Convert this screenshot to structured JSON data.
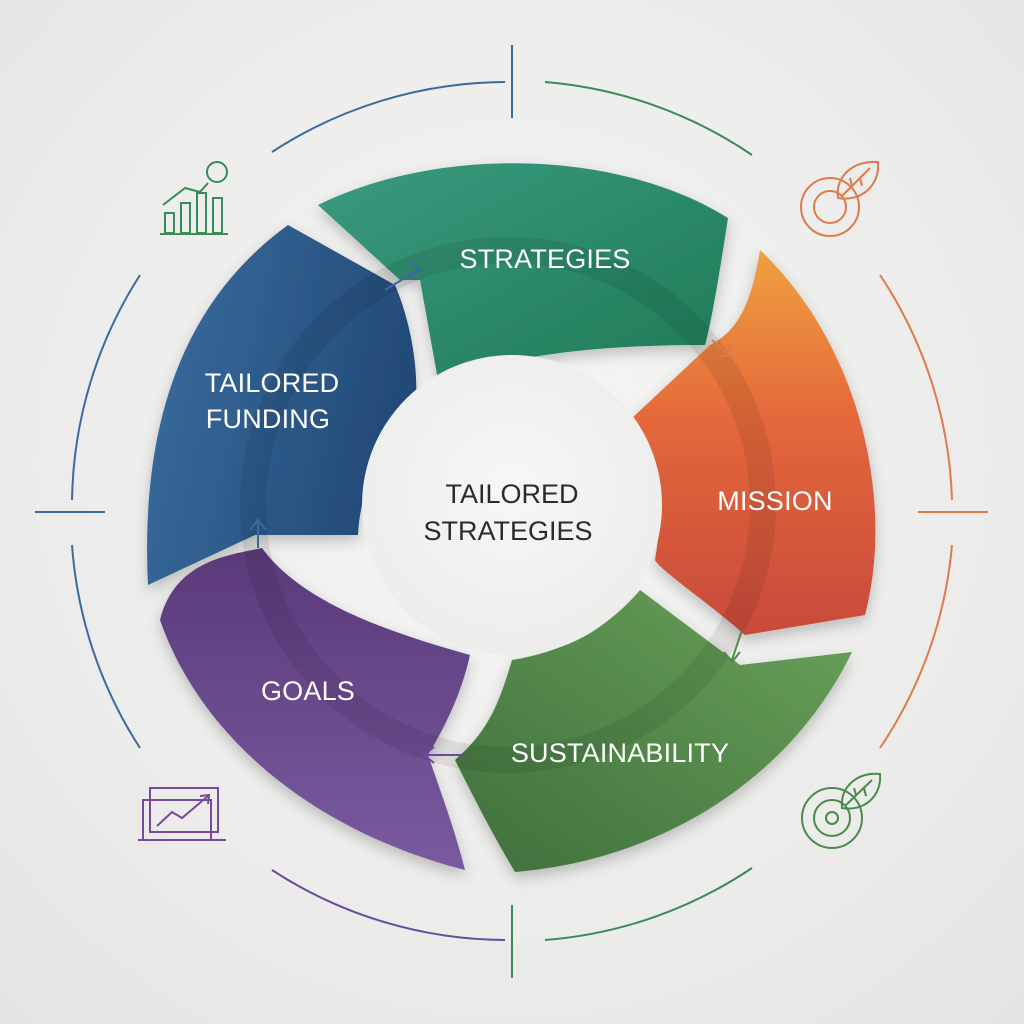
{
  "center": {
    "line1": "TAILORED",
    "line2": "STRATEGIES"
  },
  "segments": [
    {
      "id": "strategies",
      "label_lines": [
        "STRATEGIES"
      ],
      "color": "#2f8a6a"
    },
    {
      "id": "mission",
      "label_lines": [
        "MISSION"
      ],
      "color": "#e0623a"
    },
    {
      "id": "sustainability",
      "label_lines": [
        "SUSTAINABILITY"
      ],
      "color": "#4f8a4a"
    },
    {
      "id": "goals",
      "label_lines": [
        "GOALS"
      ],
      "color": "#6a4a8a"
    },
    {
      "id": "tailored-funding",
      "label_lines": [
        "TAILORED",
        "FUNDING"
      ],
      "color": "#2f5a8a"
    }
  ],
  "icons": [
    {
      "name": "bar-chart-growth-icon",
      "color": "#3a8a5a"
    },
    {
      "name": "target-leaf-icon",
      "color": "#e07a4a"
    },
    {
      "name": "target-leaf-icon",
      "color": "#4a8a4a"
    },
    {
      "name": "trend-chart-icon",
      "color": "#7a4a9a"
    }
  ]
}
